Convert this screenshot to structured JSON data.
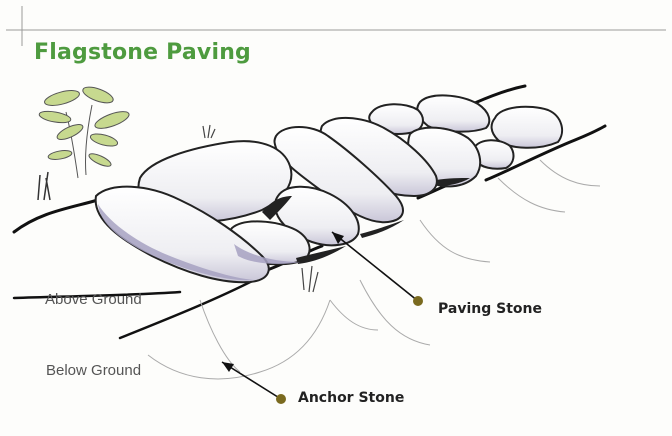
{
  "title": "Flagstone Paving",
  "labels": {
    "above_ground": "Above Ground",
    "below_ground": "Below Ground"
  },
  "callouts": {
    "paving_stone": "Paving Stone",
    "anchor_stone": "Anchor Stone"
  },
  "colors": {
    "title_green": "#4e9b3f",
    "leader_dot": "#7a6a1f",
    "stone_fill": "#f4f4f6",
    "stone_shadow": "#9c97b6"
  }
}
